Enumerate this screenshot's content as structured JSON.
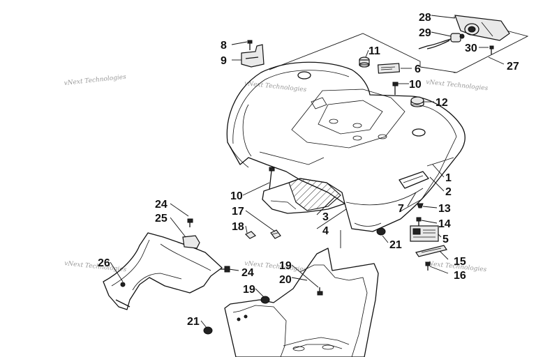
{
  "watermark": "vNext Technologies",
  "callouts": [
    {
      "id": "c28",
      "text": "28"
    },
    {
      "id": "c29",
      "text": "29"
    },
    {
      "id": "c30",
      "text": "30"
    },
    {
      "id": "c27",
      "text": "27"
    },
    {
      "id": "c8",
      "text": "8"
    },
    {
      "id": "c9",
      "text": "9"
    },
    {
      "id": "c11",
      "text": "11"
    },
    {
      "id": "c6",
      "text": "6"
    },
    {
      "id": "c10a",
      "text": "10"
    },
    {
      "id": "c12",
      "text": "12"
    },
    {
      "id": "c1",
      "text": "1"
    },
    {
      "id": "c2",
      "text": "2"
    },
    {
      "id": "c10b",
      "text": "10"
    },
    {
      "id": "c7",
      "text": "7"
    },
    {
      "id": "c13",
      "text": "13"
    },
    {
      "id": "c17",
      "text": "17"
    },
    {
      "id": "c3",
      "text": "3"
    },
    {
      "id": "c14",
      "text": "14"
    },
    {
      "id": "c18",
      "text": "18"
    },
    {
      "id": "c4",
      "text": "4"
    },
    {
      "id": "c5",
      "text": "5"
    },
    {
      "id": "c24a",
      "text": "24"
    },
    {
      "id": "c25",
      "text": "25"
    },
    {
      "id": "c21a",
      "text": "21"
    },
    {
      "id": "c26",
      "text": "26"
    },
    {
      "id": "c24b",
      "text": "24"
    },
    {
      "id": "c19a",
      "text": "19"
    },
    {
      "id": "c20",
      "text": "20"
    },
    {
      "id": "c15",
      "text": "15"
    },
    {
      "id": "c16",
      "text": "16"
    },
    {
      "id": "c19b",
      "text": "19"
    },
    {
      "id": "c21b",
      "text": "21"
    }
  ]
}
